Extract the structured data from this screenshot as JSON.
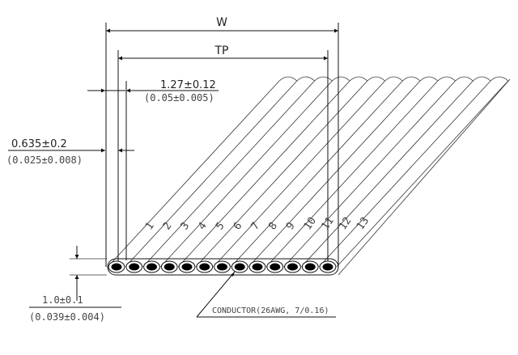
{
  "dimensions": {
    "overall_width": "W",
    "total_pitch": "TP",
    "pitch": {
      "metric": "1.27±0.12",
      "imperial": "(0.05±0.005)"
    },
    "edge_margin": {
      "metric": "0.635±0.2",
      "imperial": "(0.025±0.008)"
    },
    "thickness": {
      "metric": "1.0±0.1",
      "imperial": "(0.039±0.004)"
    }
  },
  "conductor_label": "CONDUCTOR(26AWG, 7/0.16)",
  "conductor_numbers": [
    "1",
    "2",
    "3",
    "4",
    "5",
    "6",
    "7",
    "8",
    "9",
    "10",
    "11",
    "12",
    "13"
  ]
}
